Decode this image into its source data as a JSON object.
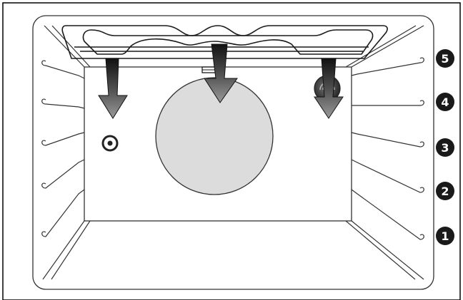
{
  "diagram": {
    "colors": {
      "frame": "#000000",
      "outline": "#333333",
      "heating_element": "#1a1a1a",
      "fan_disc": "#dcdcdc",
      "arrow_gradient_top": "#111111",
      "arrow_gradient_bottom": "#9a9a9a",
      "badge": "#1a1a1a",
      "badge_text": "#ffffff"
    },
    "shelf_levels": [
      {
        "label": "5"
      },
      {
        "label": "4"
      },
      {
        "label": "3"
      },
      {
        "label": "2"
      },
      {
        "label": "1"
      }
    ],
    "airflow_arrows": [
      {
        "name": "airflow-arrow-left"
      },
      {
        "name": "airflow-arrow-center"
      },
      {
        "name": "airflow-arrow-right"
      }
    ],
    "icons": {
      "light": "oven-light-icon",
      "fan": "fan-disc-icon",
      "heater": "heating-element-icon",
      "probe": "round-element-icon"
    }
  }
}
